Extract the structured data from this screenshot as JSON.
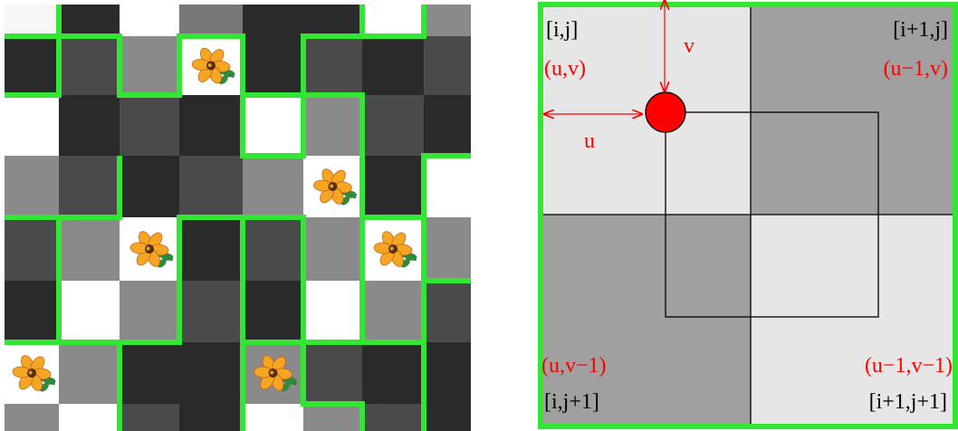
{
  "colors": {
    "boundary_green": "#33e633",
    "vector_red": "#ff0000",
    "light_gray": "#e6e6e6",
    "mid_gray": "#a0a0a0",
    "petal_orange": "#f5a623",
    "leaf_green": "#2e8b3d"
  },
  "left_panel": {
    "tile_shades": [
      [
        "#f6f6f6",
        "#2a2a2a",
        "#ffffff",
        "#777777",
        "#2a2a2a",
        "#2a2a2a",
        "#ffffff",
        "#8a8a8a"
      ],
      [
        "#2a2a2a",
        "#4a4a4a",
        "#8a8a8a",
        "#ffffff",
        "#2a2a2a",
        "#4a4a4a",
        "#2a2a2a",
        "#4a4a4a"
      ],
      [
        "#ffffff",
        "#2a2a2a",
        "#4a4a4a",
        "#2a2a2a",
        "#ffffff",
        "#8a8a8a",
        "#4a4a4a",
        "#2a2a2a"
      ],
      [
        "#8a8a8a",
        "#4a4a4a",
        "#2a2a2a",
        "#4a4a4a",
        "#8a8a8a",
        "#ffffff",
        "#2a2a2a",
        "#ffffff"
      ],
      [
        "#4a4a4a",
        "#8a8a8a",
        "#ffffff",
        "#2a2a2a",
        "#4a4a4a",
        "#8a8a8a",
        "#ffffff",
        "#8a8a8a"
      ],
      [
        "#2a2a2a",
        "#ffffff",
        "#8a8a8a",
        "#4a4a4a",
        "#2a2a2a",
        "#ffffff",
        "#8a8a8a",
        "#4a4a4a"
      ],
      [
        "#ffffff",
        "#8a8a8a",
        "#2a2a2a",
        "#2a2a2a",
        "#8a8a8a",
        "#4a4a4a",
        "#2a2a2a",
        "#2a2a2a"
      ],
      [
        "#8a8a8a",
        "#ffffff",
        "#4a4a4a",
        "#2a2a2a",
        "#ffffff",
        "#8a8a8a",
        "#4a4a4a",
        "#2a2a2a"
      ]
    ],
    "flower_cells": [
      [
        3,
        1
      ],
      [
        5,
        3
      ],
      [
        2,
        4
      ],
      [
        6,
        4
      ],
      [
        0,
        6
      ],
      [
        4,
        6
      ]
    ]
  },
  "right_panel": {
    "label_ij": "[i,j]",
    "label_i1j": "[i+1,j]",
    "label_ij1": "[i,j+1]",
    "label_i1j1": "[i+1,j+1]",
    "label_uv": "(u,v)",
    "label_u1v": "(u−1,v)",
    "label_uv1": "(u,v−1)",
    "label_u1v1": "(u−1,v−1)",
    "label_u": "u",
    "label_v": "v"
  }
}
